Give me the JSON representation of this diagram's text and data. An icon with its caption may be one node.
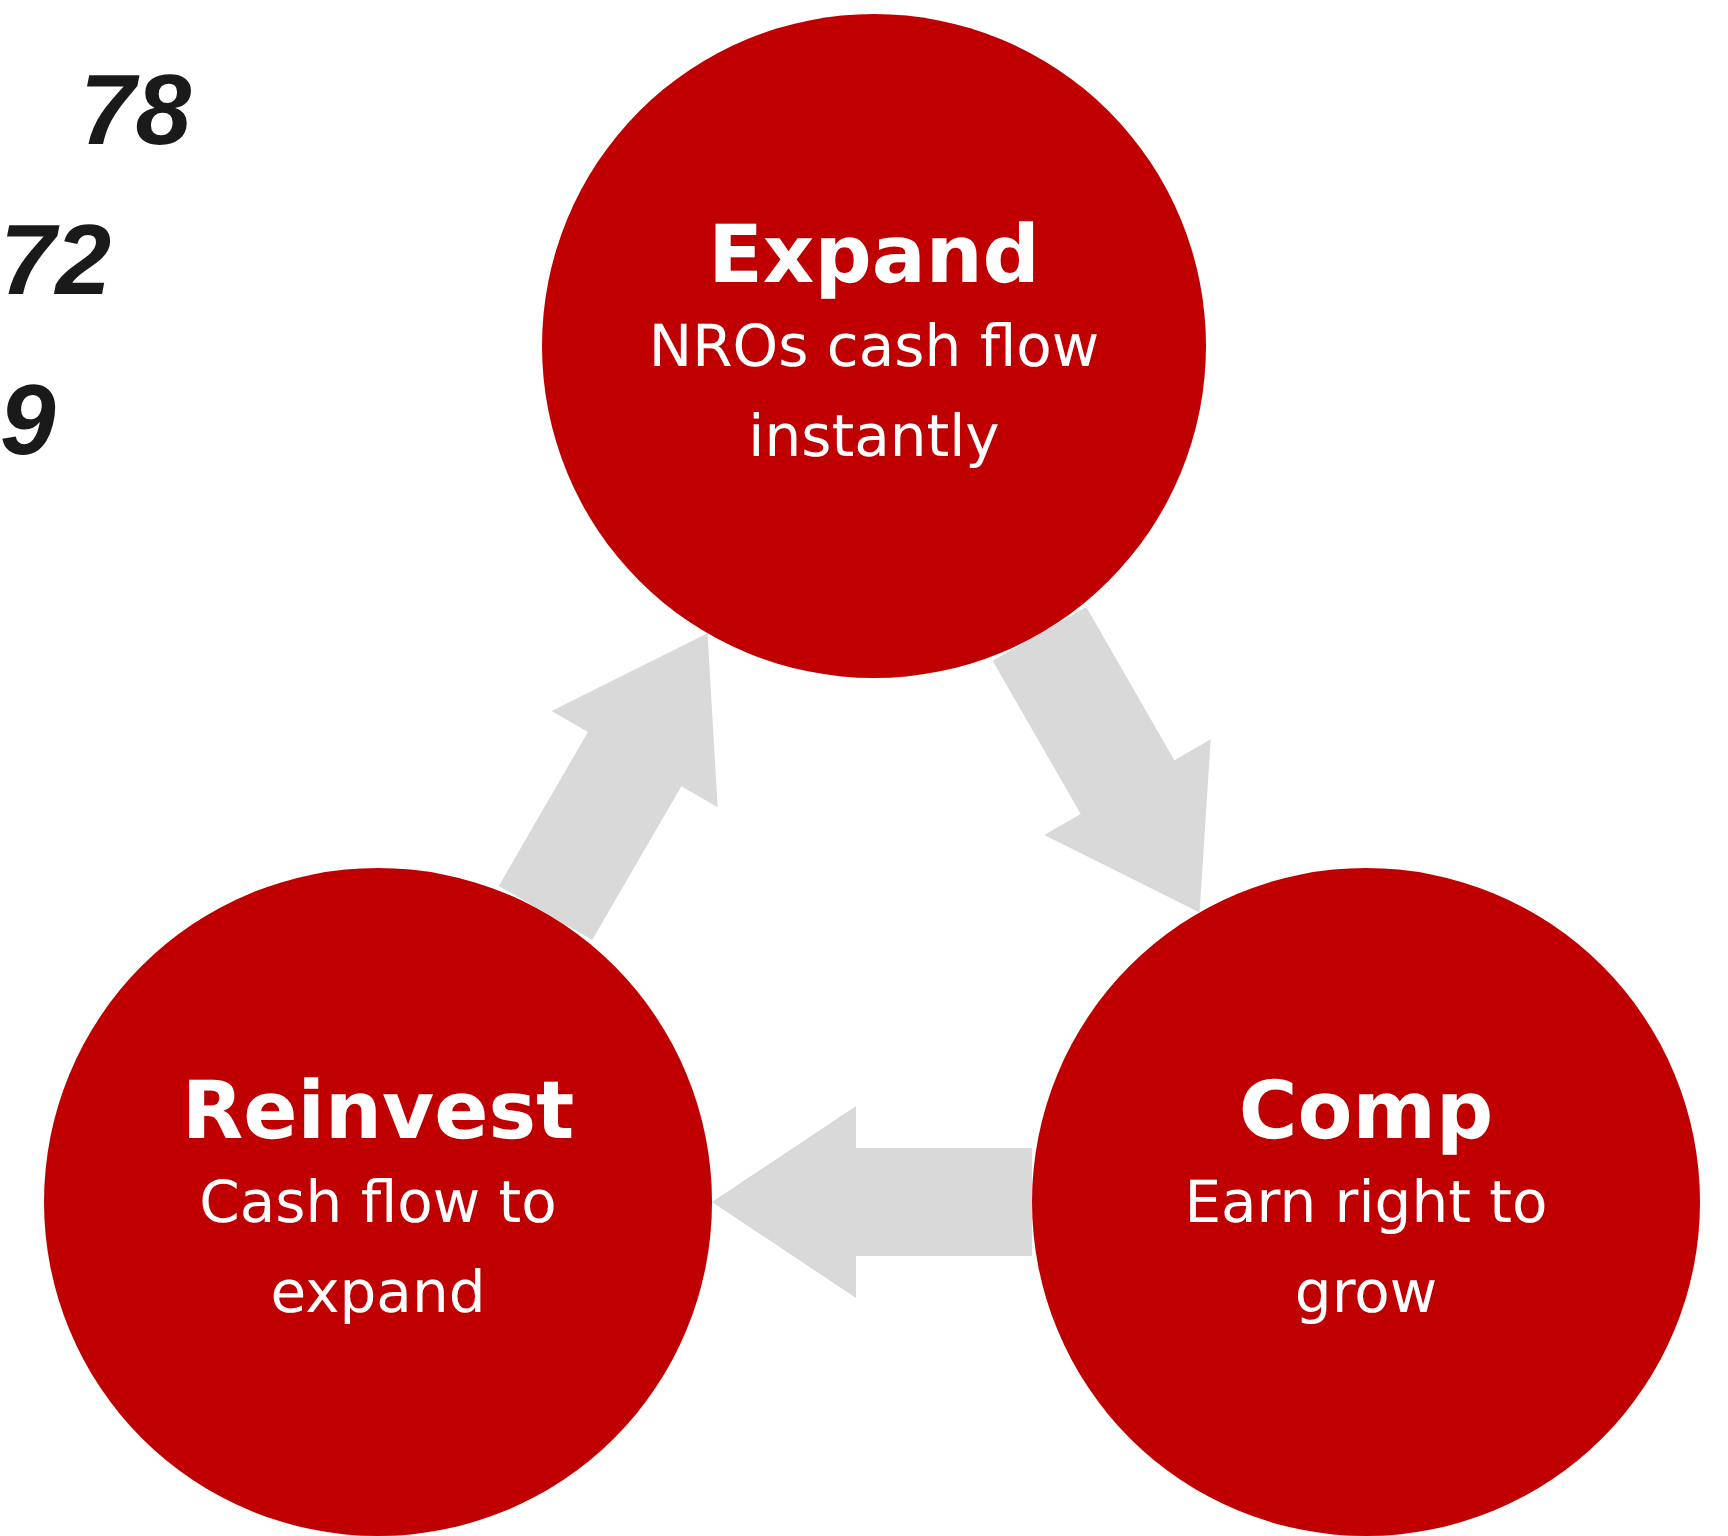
{
  "diagram": {
    "nodes": [
      {
        "text": [
          "Expand",
          "NROs cash flow instantly"
        ]
      },
      {
        "text": [
          "Comp",
          "Earn right to grow"
        ]
      },
      {
        "text": [
          "Reinvest",
          "Cash flow to expand"
        ]
      }
    ],
    "edges": [
      {
        "from": 0,
        "to": 1,
        "arrow": "to"
      },
      {
        "from": 1,
        "to": 2,
        "arrow": "to"
      },
      {
        "from": 2,
        "to": 0,
        "arrow": "to"
      }
    ],
    "labels": [
      "78",
      "72",
      "9"
    ]
  }
}
